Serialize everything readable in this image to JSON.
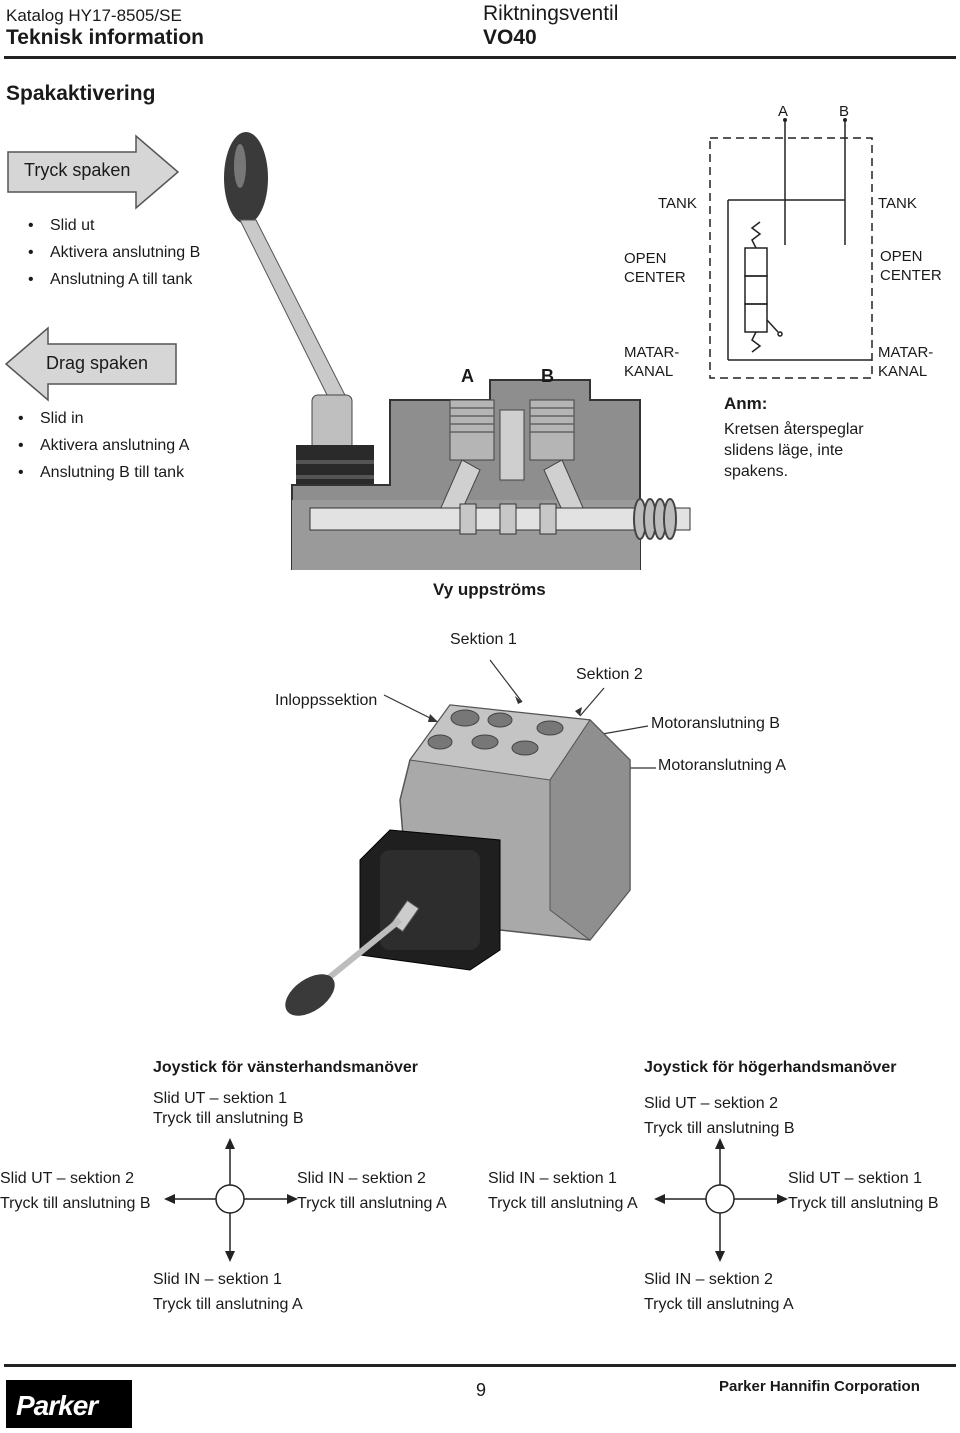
{
  "header": {
    "catalog": "Katalog HY17-8505/SE",
    "section": "Teknisk information",
    "product_type": "Riktningsventil",
    "product": "VO40"
  },
  "lever": {
    "title": "Spakaktivering",
    "push": {
      "label": "Tryck spaken",
      "bullets": [
        "Slid ut",
        "Aktivera anslutning B",
        "Anslutning A till tank"
      ]
    },
    "pull": {
      "label": "Drag spaken",
      "bullets": [
        "Slid in",
        "Aktivera anslutning A",
        "Anslutning B till tank"
      ]
    },
    "section_ports": [
      "A",
      "B"
    ]
  },
  "circuit": {
    "port_a": "A",
    "port_b": "B",
    "tank_left": "TANK",
    "tank_right": "TANK",
    "open_center_left": [
      "OPEN",
      "CENTER"
    ],
    "open_center_right": [
      "OPEN",
      "CENTER"
    ],
    "feed_left": [
      "MATAR-",
      "KANAL"
    ],
    "feed_right": [
      "MATAR-",
      "KANAL"
    ]
  },
  "note": {
    "title": "Anm:",
    "lines": [
      "Kretsen återspeglar",
      "slidens läge, inte",
      "spakens."
    ]
  },
  "upstream": {
    "title": "Vy uppströms",
    "section1": "Sektion 1",
    "section2": "Sektion 2",
    "inlet": "Inloppssektion",
    "motor_b": "Motoranslutning B",
    "motor_a": "Motoranslutning A"
  },
  "joystick_left": {
    "title": "Joystick för vänsterhandsmanöver",
    "top": [
      "Slid UT – sektion 1",
      "Tryck till anslutning B"
    ],
    "left": [
      "Slid UT – sektion 2",
      "Tryck till anslutning B"
    ],
    "right": [
      "Slid IN – sektion 2",
      "Tryck till anslutning A"
    ],
    "bottom": [
      "Slid IN – sektion 1",
      "Tryck till anslutning A"
    ]
  },
  "joystick_right": {
    "title": "Joystick för högerhandsmanöver",
    "top": [
      "Slid UT – sektion 2",
      "Tryck till anslutning B"
    ],
    "left": [
      "Slid IN – sektion 1",
      "Tryck till anslutning A"
    ],
    "right": [
      "Slid UT – sektion 1",
      "Tryck till anslutning B"
    ],
    "bottom": [
      "Slid IN – sektion 2",
      "Tryck till anslutning A"
    ]
  },
  "footer": {
    "logo": "Parker",
    "page": "9",
    "company": "Parker Hannifin Corporation"
  }
}
